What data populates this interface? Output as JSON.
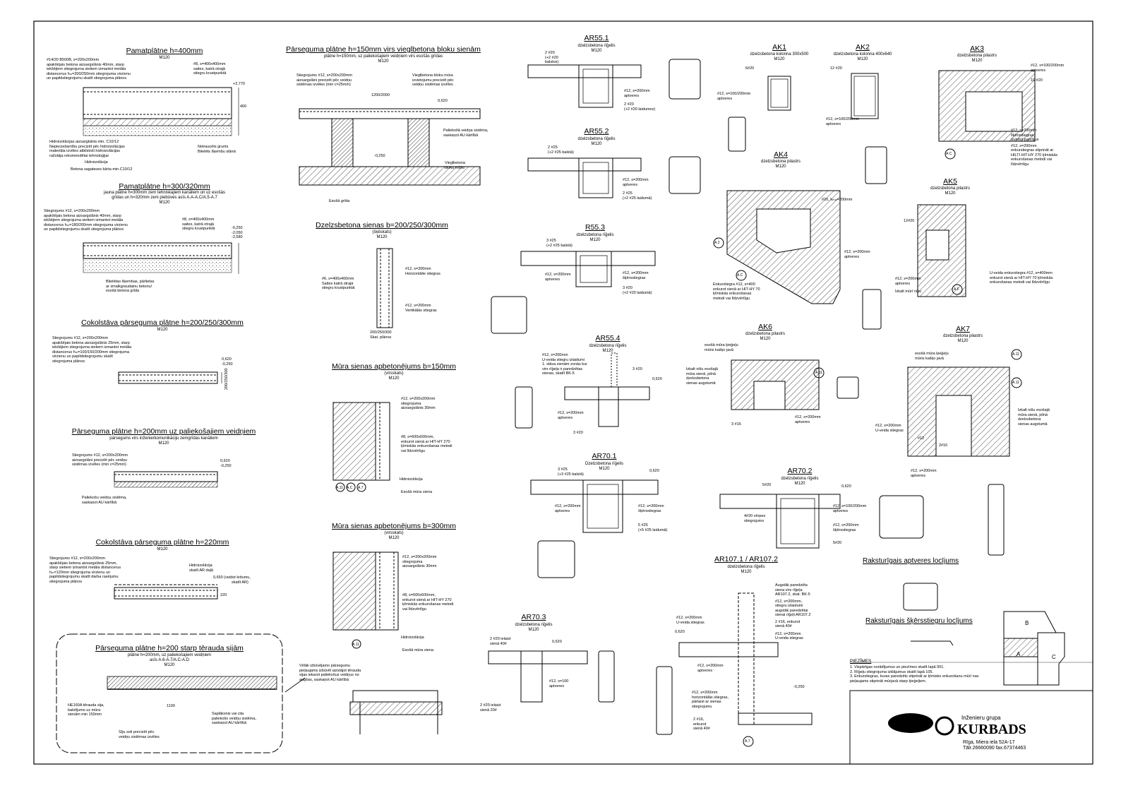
{
  "sheet": {
    "left_col": {
      "pamatplatne400": {
        "title": "Pamatplātne h=400mm",
        "sub": "M120",
        "notes": [
          "#14/20 B500B, s=200x200mm",
          "apakšējais betona aizsargslānis 40mm, starp",
          "iekšējiem stiegrojuma sietiem izmantot metāla",
          "distancerus hₘ=200/250mm stiegrojuma virzienu",
          "un papildstiegrojumu skatīt stiegrojuma plānos"
        ],
        "right_note": [
          "#8, s=400x400mm",
          "saites, katrā otrajā",
          "stiegru krustpunktā"
        ],
        "level": "+2,770",
        "dim": "400",
        "bottom_notes": [
          "Hidroizolācijas aizsargkārta min. C10/12",
          "Nepieciešamību precizēt pēc hidroizolācijas",
          "materiāla izvēles atbilstoši hidroizolācijas",
          "ražotāja rekomendētai tehnoloģijai",
          "Hidroizolācija",
          "Betona sagataves kārta min.C10/12"
        ],
        "right_bottom": [
          "Netraucēts grunts",
          "Blietēts šķembu slānis"
        ]
      },
      "pamatplatne300": {
        "title": "Pamatplātne h=300/320mm",
        "sub": [
          "jauna plātne h=300mm zem tehniskajiem kanāliem un uz esošās",
          "grīdas un h=320mm zem piebūves asīs A.A-A.C/A.5-A.7",
          "M120"
        ],
        "notes": [
          "Stiegrojums #12, s=200x200mm",
          "apakšējais betona aizsargslānis 40mm, starp",
          "iekšējiem stiegrojuma sietiem izmantot metāla",
          "distancerus hₘ=180/200mm stiegrojuma virzienu",
          "un papildstiegrojumu skatīt stiegrojuma plānos"
        ],
        "right_note": [
          "#8, s=400x400mm",
          "saites, katrā otrajā",
          "stiegru krustpunktā"
        ],
        "levels": [
          "-0,250",
          "-2,050",
          "-2,580"
        ],
        "bottom_notes": [
          "Blietētas šķembas, pārlietas",
          "ar smalkgraudainu betonu/",
          "esošā betona grīda"
        ]
      },
      "cokols200": {
        "title": "Cokolstāva pārseguma plātne h=200/250/300mm",
        "sub": "M120",
        "notes": [
          "Stiegrojums #12, s=200x200mm",
          "apakšējais betona aizsargslānis 25mm, starp",
          "iekšējiem stiegrojuma sietiem izmantot metāla",
          "distancerus hₘ=100/150/200mm stiegrojuma",
          "virzienu un papildstiegrojumu skatīt",
          "stiegrojuma plānos"
        ],
        "levels": [
          "0,620",
          "-0,250"
        ],
        "dim": "200/250/300"
      },
      "parseg200": {
        "title": "Pārseguma plātne h=200mm uz paliekošajiem veidņiem",
        "sub": [
          "pārsegums virs inženierkomunikāciju zemgrīdas kanāliem",
          "M120"
        ],
        "notes": [
          "Stiegrojums #12, s=200x200mm",
          "aizsargslāni precizēt pēc veidņu",
          "sistēmas izvēles (min c=25mm)"
        ],
        "levels": [
          "0,620",
          "-0,250"
        ],
        "bottom_notes": [
          "Paliekošu veidņu sistēma,",
          "saskaņot AU kārtībā"
        ]
      },
      "cokols220": {
        "title": "Cokolstāva pārseguma plātne h=220mm",
        "sub": "M120",
        "notes": [
          "Stiegrojums #12, s=200x200mm",
          "apakšējais betona aizsargslānis 25mm,",
          "starp sietiem izmantot metāla distancerus",
          "hₘ=120mm stiegrojuma virzienu un",
          "papildstiegrojumu skatīt darba rasējumu",
          "stiegrojuma plānos"
        ],
        "right_notes": [
          "Hidroizolācija",
          "skatīt AR daļā",
          "0,650 (veidot kritumu,",
          "skatīt AR)"
        ],
        "dim": "220"
      },
      "steel": {
        "title": "Pārseguma plātne h=200 starp tērauda sijām",
        "sub": [
          "plātne h=200mm, uz paliekošajiem veidņiem",
          "asīs A.6-A.7/A.C-A.D",
          "M120"
        ],
        "notes": [
          "HE160A tērauda sija,",
          "balstījums uz mūra",
          "sienām min 150mm"
        ],
        "bottom": [
          "Sīju soli precizēt pēc",
          "veidņu sistēmas izvēles"
        ],
        "right": [
          "Saplāksnis vai cita",
          "paliekošo veidņu sistēma,",
          "saskaņot AU kārtībā"
        ],
        "callout": [
          "Vēlāk izbūvējamo pārsegumu",
          "pieļaujams izbūvēt aizstājot tērauda",
          "sijas iekarot paliekošus veidņus no",
          "augšas, saskaņot AU kārtībā"
        ],
        "dim": "1100"
      }
    },
    "mid_col": {
      "vieglbetons": {
        "title": "Pārseguma plātne h=150mm virs vieglbetona bloku sienām",
        "sub": [
          "plātne h=150mm, uz paliekošajiem veidņiem virs esošās grīdas",
          "M120"
        ],
        "notes": [
          "Stiegrojums #12, s=200x200mm",
          "aizsargslāni precizēt pēc veidņu",
          "sistēmas izvēles (min c=25mm)"
        ],
        "right": [
          "Vieglbetona bloku mūra",
          "izvietojumu precizēt pēc",
          "veidņu sistēmas izvēles"
        ],
        "levels": [
          "0,620",
          "-0,250"
        ],
        "dim": "1200/2000",
        "right2": [
          "Paliekošā veidņa sistēma,",
          "saskaņot AU kārtībā"
        ],
        "right3": [
          "Vieglbetona",
          "bloku mūris"
        ],
        "bottom": "Esošā grīda"
      },
      "dzelzs": {
        "title": "Dzelzsbetona sienas b=200/250/300mm",
        "sub": [
          "(šķēskats)",
          "M120"
        ],
        "left": [
          "#6, s=400x400mm",
          "Saites katrā otrajā",
          "stiegru krustpunktā"
        ],
        "right1": [
          "#12, s=200mm",
          "Horizontālie stiegras"
        ],
        "right2": [
          "#12, s=200mm",
          "Vertikālās stiegras"
        ],
        "dim": "200/250/300",
        "plan": "Skat. plānos"
      },
      "mura150": {
        "title": "Mūra sienas apbetonējums b=150mm",
        "sub": [
          "(virsskats)",
          "M120"
        ],
        "notes": [
          "#12, s=200x200mm",
          "stiegrojuma",
          "aizsargslānis 30mm"
        ],
        "notes2": [
          "#8, s=600x600mm,",
          "enkurot sienā ar HIT-HY 270",
          "ķīmiskās enkurošanas metodi",
          "vai līdzvērtīgu"
        ],
        "hid": "Hidroizolācija",
        "wall": "Esošā mūra siena",
        "axes": [
          "A.11",
          "A.C",
          "A.7"
        ]
      },
      "mura300": {
        "title": "Mūra sienas apbetonējums b=300mm",
        "sub": [
          "(virsskats)",
          "M120"
        ],
        "notes": [
          "#12, s=200x200mm",
          "stiegrojuma",
          "aizsargslānis 30mm"
        ],
        "notes2": [
          "#8, s=600x600mm,",
          "enkurot sienā ar HIT-HY 270",
          "ķīmiskās enkurošanas metodi",
          "vai līdzvērtīgu"
        ],
        "hid": "Hidroizolācija",
        "wall": "Esošā mūra siena",
        "axes": [
          "A.11"
        ]
      }
    },
    "beams": [
      {
        "id": "AR55.1",
        "sub": [
          "dzelzsbetona rīģelis",
          "M120"
        ],
        "notes": [
          "2 #20",
          "(+2 #20",
          "balstos)"
        ],
        "notes2": [
          "#12, s=200mm",
          "aptveres",
          "2 #20",
          "(+2 #20 laidumos)"
        ]
      },
      {
        "id": "AR55.2",
        "sub": [
          "dzelzsbetona rīģelis",
          "M120"
        ],
        "notes": [
          "2 #25",
          "(+2 #25 balstā)"
        ],
        "notes2": [
          "#12, s=200mm",
          "aptveres",
          "2 #25",
          "(+2 #25 laidumā)"
        ]
      },
      {
        "id": "R55.3",
        "sub": [
          "dzelzsbetona rīģelis",
          "M120"
        ],
        "notes": [
          "3 #25",
          "(+2 #25 balstā)"
        ],
        "notes2": [
          "#12, s=200mm",
          "aptveres",
          "#12, s=200mm",
          "šķērsstiegras",
          "3 #20",
          "(+2 #20 laidumā)"
        ]
      },
      {
        "id": "AR55.4",
        "sub": [
          "dzelzsbetona rīģelis",
          "M120"
        ],
        "notes": [
          "#12, s=200mm",
          "U-veida stiegru izlaidumi",
          "1. stāva sienām zonās kur",
          "virs rīģeļa ir paredzētas",
          "sienas, skatīt BK-5"
        ],
        "notes2": [
          "3 #20",
          "#12, s=200mm",
          "aptveres",
          "3 #20"
        ],
        "level": "0,620"
      },
      {
        "id": "AR70.1",
        "sub": [
          "Dzelzsbetona rīģelis",
          "M120"
        ],
        "notes": [
          "3 #25",
          "(+3 #25 balstā)"
        ],
        "notes2": [
          "#12, s=200mm",
          "aptveres",
          "#12, s=200mm",
          "šķērsstiegras",
          "5 #25",
          "(+5 #25 laidumā)"
        ],
        "level": "0,620"
      },
      {
        "id": "AR70.2",
        "sub": [
          "dzelzsbetona rīģelis",
          "M120"
        ],
        "notes": [
          "5#20",
          "4#20 vērpes",
          "stiegrojums"
        ],
        "notes2": [
          "#12, s=100/200mm",
          "aptveres",
          "#12, s=200mm",
          "šķērsstiegras",
          "5#20"
        ],
        "level": "0,620"
      },
      {
        "id": "AR70.3",
        "sub": [
          "dzelzsbetona rīģelis",
          "M120"
        ],
        "notes": [
          "2 #20 ielaist",
          "sienā 40#"
        ],
        "notes2": [
          "#12, s=100",
          "aptveres",
          "2 #20 ielaist",
          "sienā 20#"
        ],
        "level": "0,620"
      },
      {
        "id": "AR107.1 / AR107.2",
        "sub": [
          "dzelzsbetona rīģelis",
          "M120"
        ],
        "notes": [
          "#12, s=200mm",
          "U-veida stiegras"
        ],
        "notes2": [
          "Augstāk paredzēta",
          "siena virs rīģeļa",
          "AR107.2, skat. BK-5",
          "#12, s=200mm,",
          "stiegru izlaidumi",
          "augstāk paredzētai",
          "sienai rīģeļi AR107.2",
          "2 #16, enkurot",
          "sienā 40#",
          "#12, s=200mm",
          "U-veida stiegras",
          "#12, s=200mm",
          "aptveres",
          "#12, s=200mm",
          "horizontālās stiegras,",
          "pārlaist ar sienas",
          "stiegrojumu",
          "2 #16,",
          "enkurot",
          "sienā 40#"
        ],
        "level": "0,620",
        "level2": "-0,250",
        "axis": "A.7"
      }
    ],
    "columns": [
      {
        "id": "AK1",
        "sub": [
          "dzelzsbetona kolonna 300x500",
          "M120"
        ],
        "notes": [
          "6#20",
          "#12, s=100/200mm",
          "aptveres"
        ]
      },
      {
        "id": "AK2",
        "sub": [
          "dzelzsbetona kolonna 400x640",
          "M120"
        ],
        "notes": [
          "12 #20",
          "#12, s=100/200mm",
          "aptveres"
        ]
      },
      {
        "id": "AK3",
        "sub": [
          "dzelzsbetona pilastrs",
          "M120"
        ],
        "notes": [
          "#12, s=100/200mm",
          "aptveres",
          "10 #20",
          "#12, s=200mm",
          "šķērsstiegras,",
          "izvietot pamīšus",
          "#12, s=200mm",
          "enkurstiegras stiprināt ar",
          "HILTI HIT-HY 270 ķīmiskās",
          "enkurošanas metodi vai",
          "līdzvērtīgu"
        ],
        "axis": "A.C"
      },
      {
        "id": "AK4",
        "sub": [
          "dzelzsbetona pilastrs",
          "M120"
        ],
        "notes": [
          "#20, hₘᵢₙ=200mm",
          "#12, s=200mm",
          "aptveres",
          "Enkurstiegra #12, s=400",
          "enkurot sienā ar HIT-HY 70",
          "ķīmiskās enkurošanas",
          "metodi vai līdzvērtīgu"
        ],
        "axes": [
          "A.2",
          "A.C"
        ]
      },
      {
        "id": "AK5",
        "sub": [
          "dzelzsbetona pilastrs",
          "M120"
        ],
        "notes": [
          "12#20",
          "#12, s=200mm",
          "aptveres",
          "Izkalt mūrī nišu",
          "U-veida enkurstiegra #12, s=400mm",
          "enkurot sienā ar HIT-HY 70 ķīmiskās",
          "enkurošanas metodi vai līdzvērtīgu"
        ],
        "axis": "A.F"
      },
      {
        "id": "AK6",
        "sub": [
          "dzelzsbetona pilastrs",
          "M120"
        ],
        "notes": [
          "esošā mūra ķieģeļu",
          "mūris kašķo javā",
          "Izkalt nišu esošajā",
          "mūra sienā, pilnā",
          "dzelzsbetona",
          "sienas augstumā",
          "3 #16",
          "#12, s=200mm",
          "aptveres"
        ],
        "axis": "A.11"
      },
      {
        "id": "AK7",
        "sub": [
          "dzelzsbetona pilastrs",
          "M120"
        ],
        "notes": [
          "esošā mūra ķieģeļu",
          "mūris kašķo javā",
          "Izkalt nišu esošajā",
          "mūra sienā, pilnā",
          "dzelzsbetona",
          "sienas augstumā",
          "#12, s=200mm",
          "U-veida stiegras",
          "#12",
          "2#16",
          "#12, s=200mm",
          "aptveres"
        ],
        "axes": [
          "A.11",
          "A.11"
        ]
      }
    ],
    "bends": {
      "aptveres": "Raksturīgais aptveres locījums",
      "skersstiegru": "Raksturīgais šķērsstiegru locījums"
    },
    "piezimes": {
      "title": "PIEZĪMES",
      "items": [
        "1.  Vispārīgas norādījumus un piezīmes skatīt lapā 001.",
        "2.  Rīģeļu stiegrojuma izklājumus skatīt lapā 105.",
        "3.  Enkurstiegras, kuras paredzēts stiprināt ar ķīmisko enkurošanu mūrī nav",
        "    pieļaujams stiprināt mūrjavā starp ķieģeļiem."
      ]
    },
    "titleblock": {
      "company_small": "Inženieru grupa",
      "company": "KURBADS",
      "addr": "Rīga, Miera iela 52A-17",
      "tel": "Tālr.26660090 fax.67374463"
    },
    "abc": [
      "B",
      "A",
      "C"
    ]
  }
}
